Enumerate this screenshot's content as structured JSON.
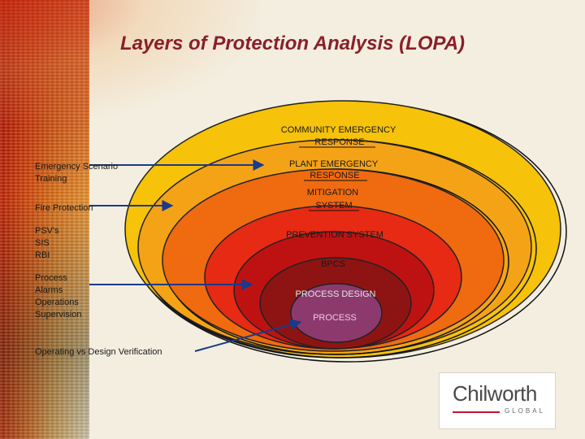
{
  "title": "Layers of Protection Analysis (LOPA)",
  "layers": [
    {
      "label": "COMMUNITY EMERGENCY\nRESPONSE",
      "color": "#f6c20a"
    },
    {
      "label": "PLANT EMERGENCY\nRESPONSE",
      "color": "#f5a316"
    },
    {
      "label": "MITIGATION\nSYSTEM",
      "color": "#f06a10"
    },
    {
      "label": "PREVENTION SYSTEM",
      "color": "#e62a14"
    },
    {
      "label": "BPCS",
      "color": "#be1212"
    },
    {
      "label": "PROCESS DESIGN",
      "color": "#8e1414"
    },
    {
      "label": "PROCESS",
      "color": "#8c3a6e"
    }
  ],
  "annotations": [
    {
      "text": "Emergency Scenario\nTraining"
    },
    {
      "text": "Fire Protection"
    },
    {
      "text": "PSV's\nSIS\nRBI"
    },
    {
      "text": "Process\nAlarms\nOperations\nSupervision"
    },
    {
      "text": "Operating vs Design Verification"
    }
  ],
  "logo": {
    "name": "Chilworth",
    "subtitle": "GLOBAL",
    "accent": "#c8102e"
  }
}
